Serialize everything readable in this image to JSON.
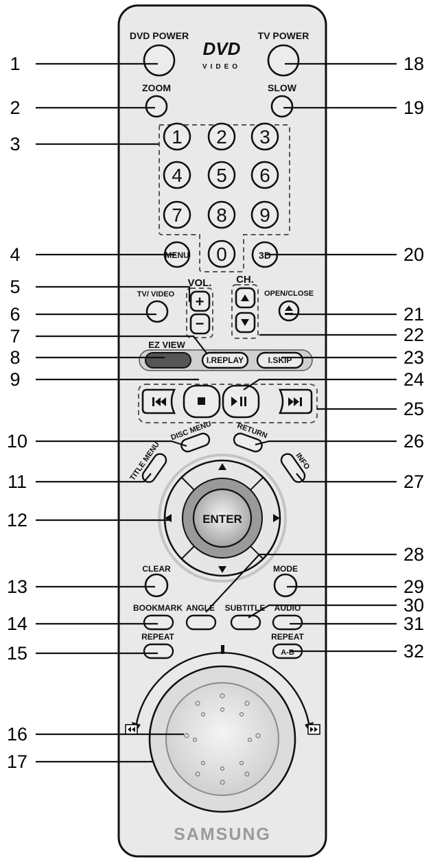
{
  "diagram": {
    "brand_label": "SAMSUNG",
    "logo": {
      "main": "DVD",
      "sub": "VIDEO"
    },
    "button_labels": {
      "dvd_power": "DVD POWER",
      "tv_power": "TV POWER",
      "zoom": "ZOOM",
      "slow": "SLOW",
      "menu": "MENU",
      "three_d": "3D",
      "vol": "VOL.",
      "ch": "CH.",
      "tv_video": "TV/ VIDEO",
      "open_close": "OPEN/CLOSE",
      "ez_view": "EZ VIEW",
      "i_replay": "I.REPLAY",
      "i_skip": "I.SKIP",
      "disc_menu": "DISC MENU",
      "return": "RETURN",
      "title_menu": "TITLE MENU",
      "info": "INFO",
      "enter": "ENTER",
      "clear": "CLEAR",
      "mode": "MODE",
      "bookmark": "BOOKMARK",
      "angle": "ANGLE",
      "subtitle": "SUBTITLE",
      "audio": "AUDIO",
      "repeat": "REPEAT",
      "repeat_ab_top": "REPEAT",
      "repeat_ab_bottom": "A-B",
      "vol_plus": "+",
      "vol_minus": "−",
      "digits": [
        "1",
        "2",
        "3",
        "4",
        "5",
        "6",
        "7",
        "8",
        "9",
        "0"
      ]
    },
    "callouts_left": [
      "1",
      "2",
      "3",
      "4",
      "5",
      "6",
      "7",
      "8",
      "9",
      "10",
      "11",
      "12",
      "13",
      "14",
      "15",
      "16",
      "17"
    ],
    "callouts_right": [
      "18",
      "19",
      "20",
      "21",
      "22",
      "23",
      "24",
      "25",
      "26",
      "27",
      "28",
      "29",
      "30",
      "31",
      "32"
    ],
    "colors": {
      "body": "#e9e9e9",
      "outline": "#111111",
      "ez_view_button": "#555555",
      "enter_ring": "#9a9a9a"
    }
  }
}
